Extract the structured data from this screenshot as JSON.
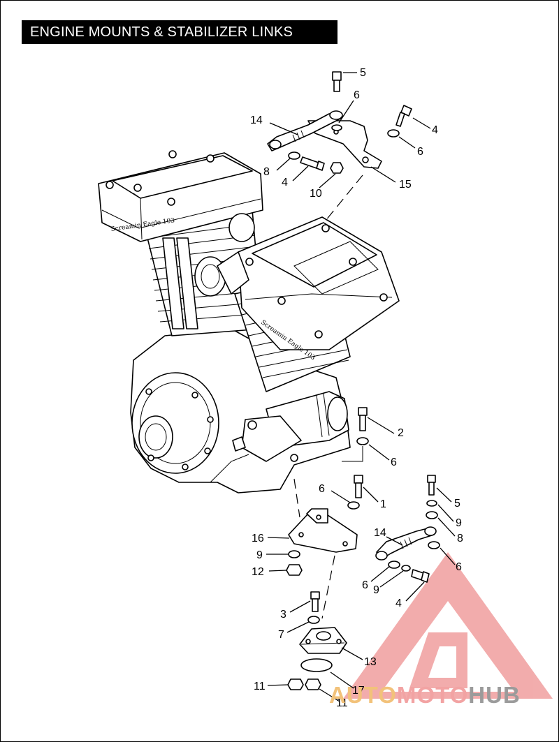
{
  "title": "ENGINE MOUNTS & STABILIZER LINKS",
  "callouts": {
    "c1": "5",
    "c2": "6",
    "c3": "14",
    "c4": "4",
    "c5": "6",
    "c6": "8",
    "c7": "4",
    "c8": "10",
    "c9": "15",
    "c10": "2",
    "c11": "6",
    "c12": "6",
    "c13": "1",
    "c14": "5",
    "c15": "9",
    "c16": "14",
    "c17": "8",
    "c18": "16",
    "c19": "9",
    "c20": "12",
    "c21": "6",
    "c22": "6",
    "c23": "9",
    "c24": "4",
    "c25": "3",
    "c26": "7",
    "c27": "13",
    "c28": "11",
    "c29": "17",
    "c30": "11"
  },
  "engine_labels": {
    "front_cover": "Screamin Eagle 103",
    "rear_cover": "Screamin Eagle 103"
  },
  "watermark": {
    "part_a": "AUTO",
    "part_b": "MOTO",
    "part_c": "HUB",
    "color_a": "#f2c27a",
    "color_b": "#f2a3a3",
    "color_c": "#9b9b9b"
  }
}
